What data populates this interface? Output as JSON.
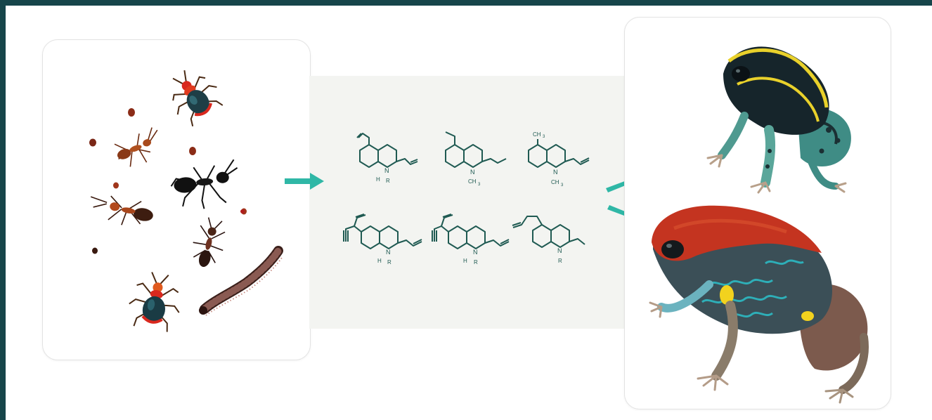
{
  "colors": {
    "frame": "#16454a",
    "accent_arrow": "#2fb7a6",
    "molecule_ink": "#1f5a52",
    "panel": "#f3f4f1"
  },
  "prey_card": {
    "organisms": [
      "mite",
      "ant",
      "beetle",
      "millipede"
    ]
  },
  "molecules": {
    "atom_n": "N",
    "atom_h": "H",
    "atom_r": "R",
    "methyl": "CH",
    "methyl_sub": "3"
  },
  "frog_card": {
    "frogs": [
      "striped-poison-frog",
      "red-headed-poison-frog"
    ]
  }
}
